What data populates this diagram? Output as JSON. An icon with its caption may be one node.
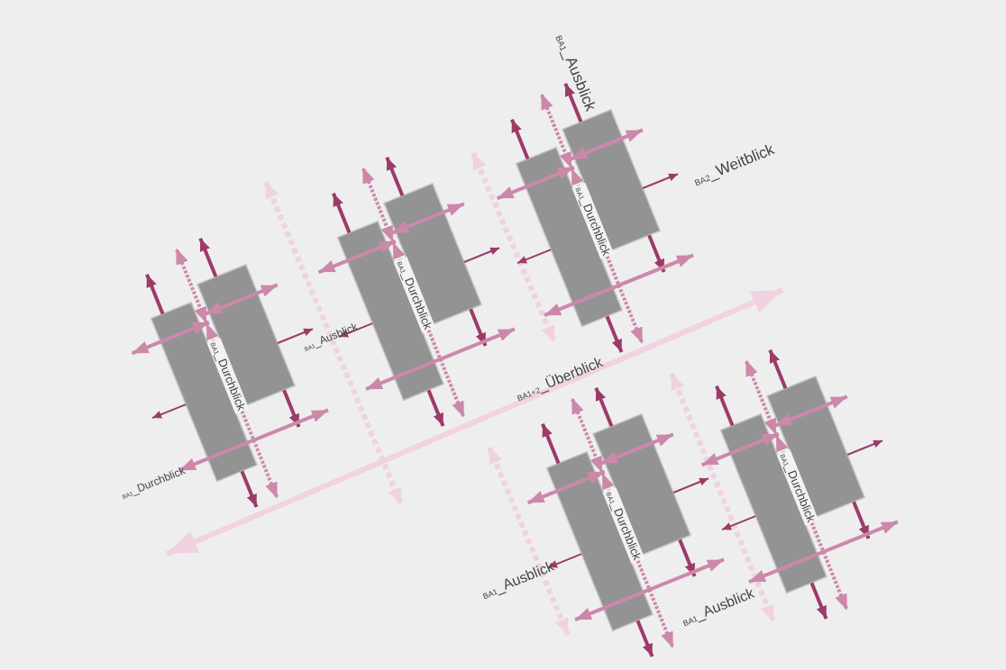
{
  "diagram": {
    "labels": [
      "$_{BA1}$_Ausblick",
      "$_{BA2}$_Weitblick",
      "$_{BA1}$_Durchblick",
      "$_{BA1}$_Durchblick",
      "$_{BA1}$_Ausblick",
      "$_{BA1}$_Durchblick",
      "$_{BA1+2}$_Überblick",
      "$_{BA1}$_Durchblick",
      "$_{BA1}$_Durchblick",
      "$_{BA1}$_Durchblick",
      "$_{BA1}$_Ausblick",
      "$_{BA1}$_Ausblick"
    ]
  }
}
